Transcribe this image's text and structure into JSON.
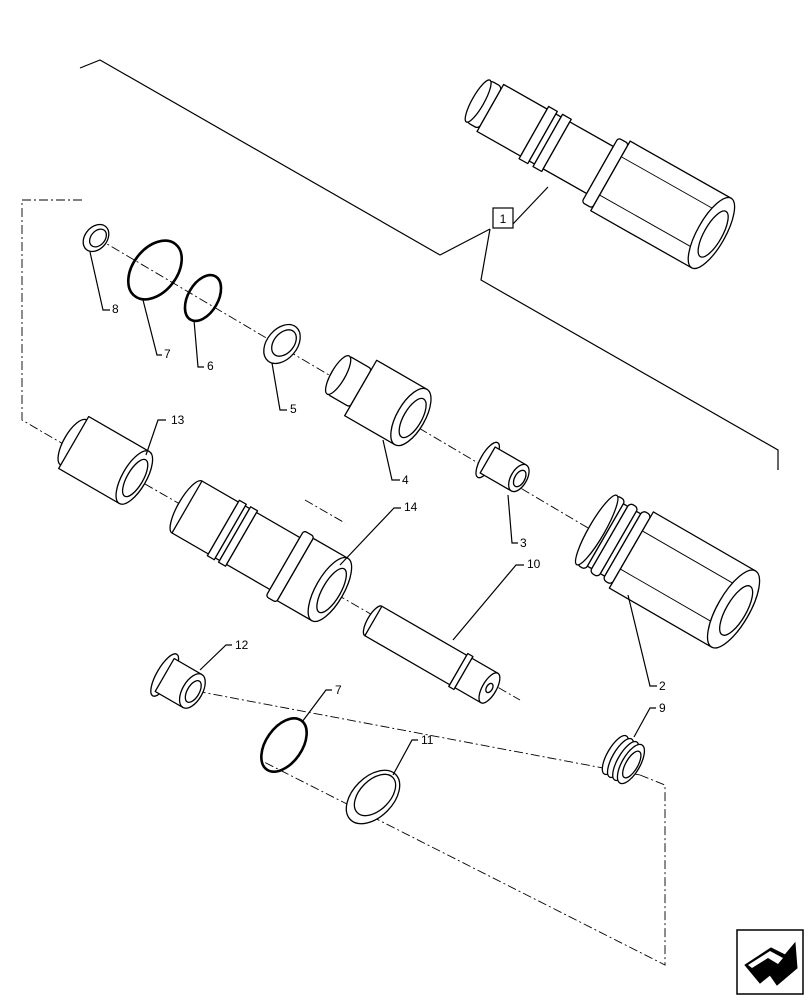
{
  "callouts": {
    "c1": "1",
    "c2": "2",
    "c3": "3",
    "c4": "4",
    "c5": "5",
    "c6": "6",
    "c7a": "7",
    "c7b": "7",
    "c8": "8",
    "c9": "9",
    "c10": "10",
    "c11": "11",
    "c12": "12",
    "c13": "13",
    "c14": "14"
  },
  "parts": [
    {
      "id": "1",
      "name": "pin-assembly"
    },
    {
      "id": "2",
      "name": "grooved-pin"
    },
    {
      "id": "3",
      "name": "flanged-bushing-small"
    },
    {
      "id": "4",
      "name": "stepped-bushing"
    },
    {
      "id": "5",
      "name": "seal-ring"
    },
    {
      "id": "6",
      "name": "o-ring-small"
    },
    {
      "id": "7",
      "name": "o-ring"
    },
    {
      "id": "8",
      "name": "retaining-ring"
    },
    {
      "id": "9",
      "name": "double-seal-ring"
    },
    {
      "id": "10",
      "name": "shaft"
    },
    {
      "id": "11",
      "name": "seal-ring-large"
    },
    {
      "id": "12",
      "name": "flanged-bushing"
    },
    {
      "id": "13",
      "name": "sleeve"
    },
    {
      "id": "14",
      "name": "housing"
    }
  ],
  "icons": {
    "nav": "next-page-arrow-icon"
  }
}
